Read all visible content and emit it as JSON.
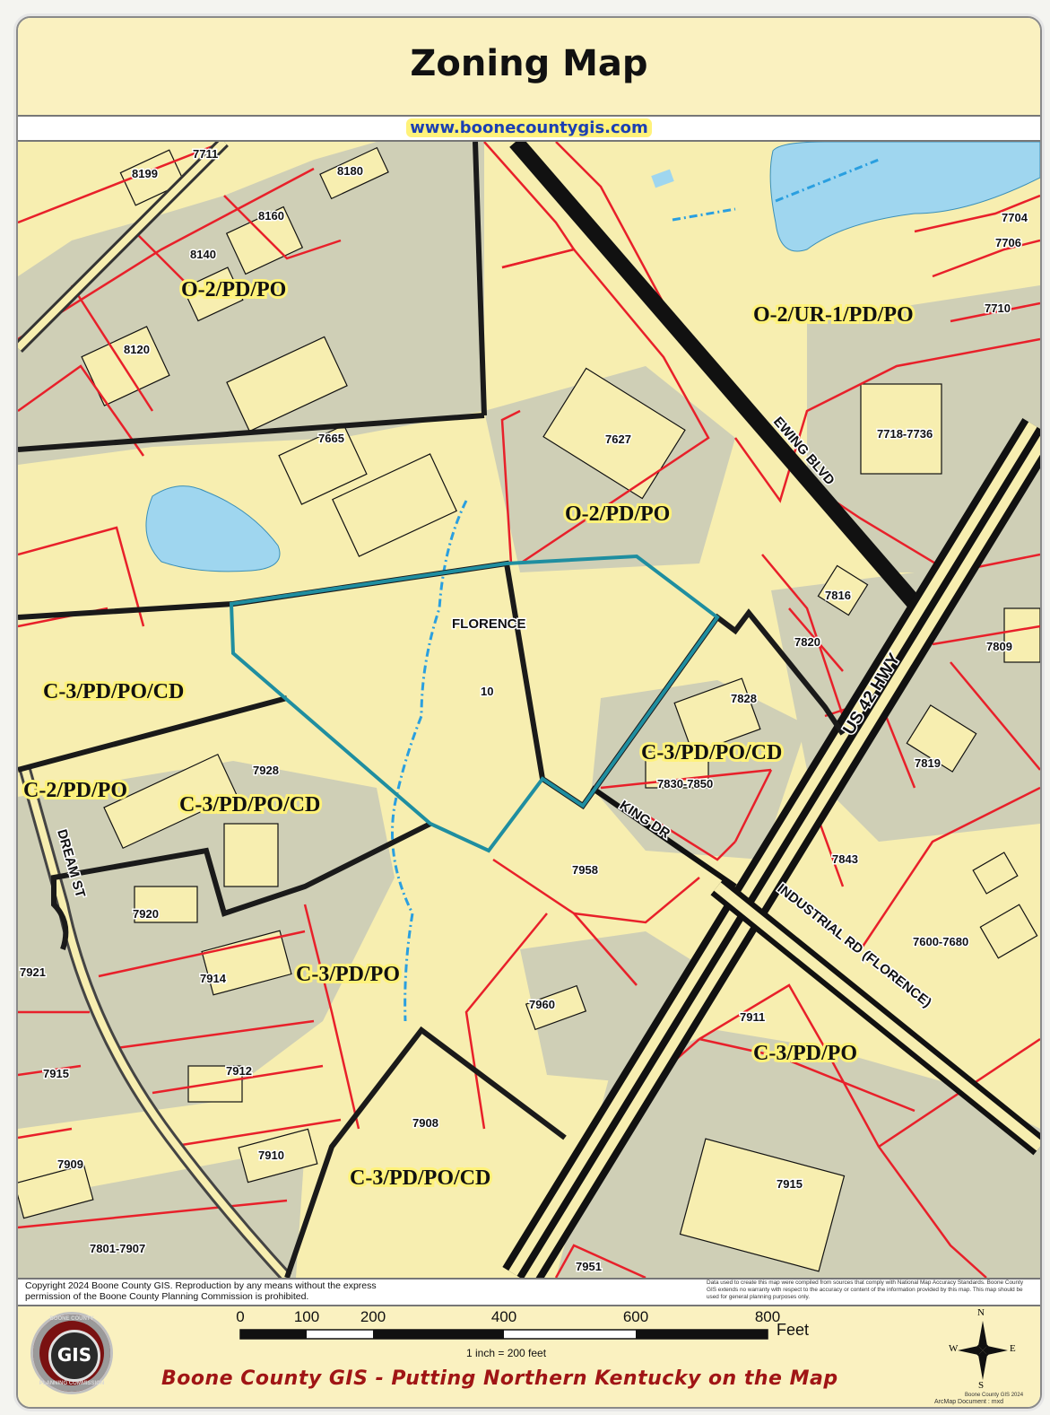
{
  "header": {
    "title": "Zoning Map",
    "url": "www.boonecountygis.com"
  },
  "map": {
    "zones": [
      {
        "label": "O-2/PD/PO"
      },
      {
        "label": "O-2/UR-1/PD/PO"
      },
      {
        "label": "O-2/PD/PO"
      },
      {
        "label": "C-3/PD/PO/CD"
      },
      {
        "label": "C-2/PD/PO"
      },
      {
        "label": "C-3/PD/PO/CD"
      },
      {
        "label": "C-3/PD/PO/CD"
      },
      {
        "label": "C-3/PD/PO"
      },
      {
        "label": "C-3/PD/PO"
      },
      {
        "label": "C-3/PD/PO/CD"
      }
    ],
    "parcels": [
      "7711",
      "8199",
      "8180",
      "8160",
      "8140",
      "8120",
      "7704",
      "7706",
      "7710",
      "7665",
      "7627",
      "7718-7736",
      "7816",
      "7820",
      "7809",
      "7828",
      "7830-7850",
      "7819",
      "7928",
      "7958",
      "7843",
      "7920",
      "7921",
      "7914",
      "7960",
      "7911",
      "7600-7680",
      "7915",
      "7912",
      "7908",
      "7910",
      "7909",
      "7801-7907",
      "7951",
      "7915",
      "10"
    ],
    "city_label": "FLORENCE",
    "roads": {
      "ewing": "EWING BLVD",
      "us42": "US 42 HWY",
      "king": "KING DR",
      "dream": "DREAM ST",
      "industrial": "INDUSTRIAL RD (FLORENCE)"
    },
    "colors": {
      "parcel_fill": "#f7eeb0",
      "developed_fill": "#cfcfb6",
      "parcel_line": "#e8202a",
      "zone_line": "#1a1a1a",
      "city_line": "#1f8ea0",
      "water": "#9fd6ef",
      "stream": "#2a9fe0"
    }
  },
  "footer": {
    "copyright": "Copyright 2024 Boone County GIS. Reproduction by any means without the express permission of the Boone County Planning Commission is prohibited.",
    "disclaimer": "Data used to create this map were compiled from sources that comply with National Map Accuracy Standards. Boone County GIS extends no warranty with respect to the accuracy or content of the information provided by this map. This map should be used for general planning purposes only.",
    "logo_text": "GIS",
    "logo_ring_top": "BOONE COUNTY",
    "logo_ring_bottom": "PLANNING COMMISSION",
    "scale": {
      "ticks": [
        "0",
        "100",
        "200",
        "400",
        "600",
        "800"
      ],
      "unit": "Feet",
      "note": "1 inch = 200 feet"
    },
    "slogan": "Boone County GIS - Putting Northern Kentucky on the Map",
    "compass": {
      "n": "N",
      "s": "S",
      "e": "E",
      "w": "W"
    },
    "stamp": "Boone County GIS 2024",
    "map_document": "ArcMap Document : mxd"
  }
}
